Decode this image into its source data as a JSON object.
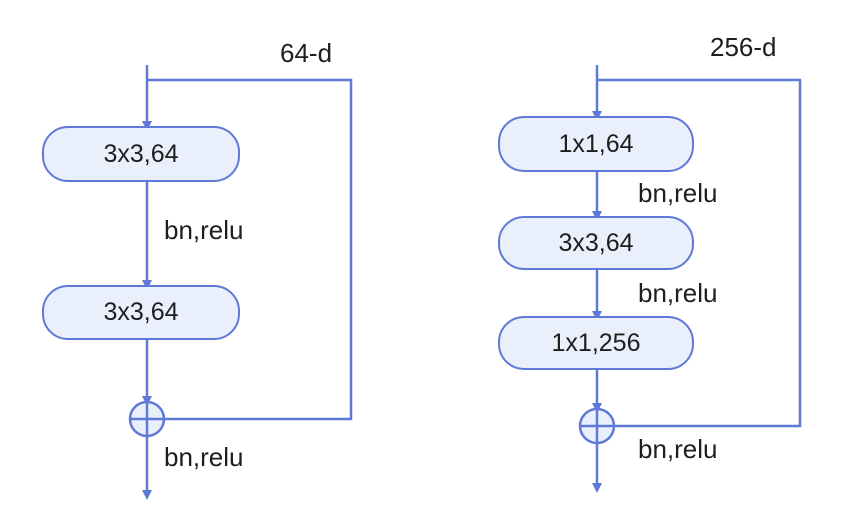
{
  "colors": {
    "line": "#5f7ad6",
    "node_fill": "#eaf0fb",
    "text": "#1e1e1e"
  },
  "left_block": {
    "dim_label": "64-d",
    "layers": [
      {
        "label": "3x3,64"
      },
      {
        "label": "3x3,64"
      }
    ],
    "between_label": "bn,relu",
    "output_label": "bn,relu"
  },
  "right_block": {
    "dim_label": "256-d",
    "layers": [
      {
        "label": "1x1,64"
      },
      {
        "label": "3x3,64"
      },
      {
        "label": "1x1,256"
      }
    ],
    "between_labels": [
      "bn,relu",
      "bn,relu"
    ],
    "output_label": "bn,relu"
  }
}
